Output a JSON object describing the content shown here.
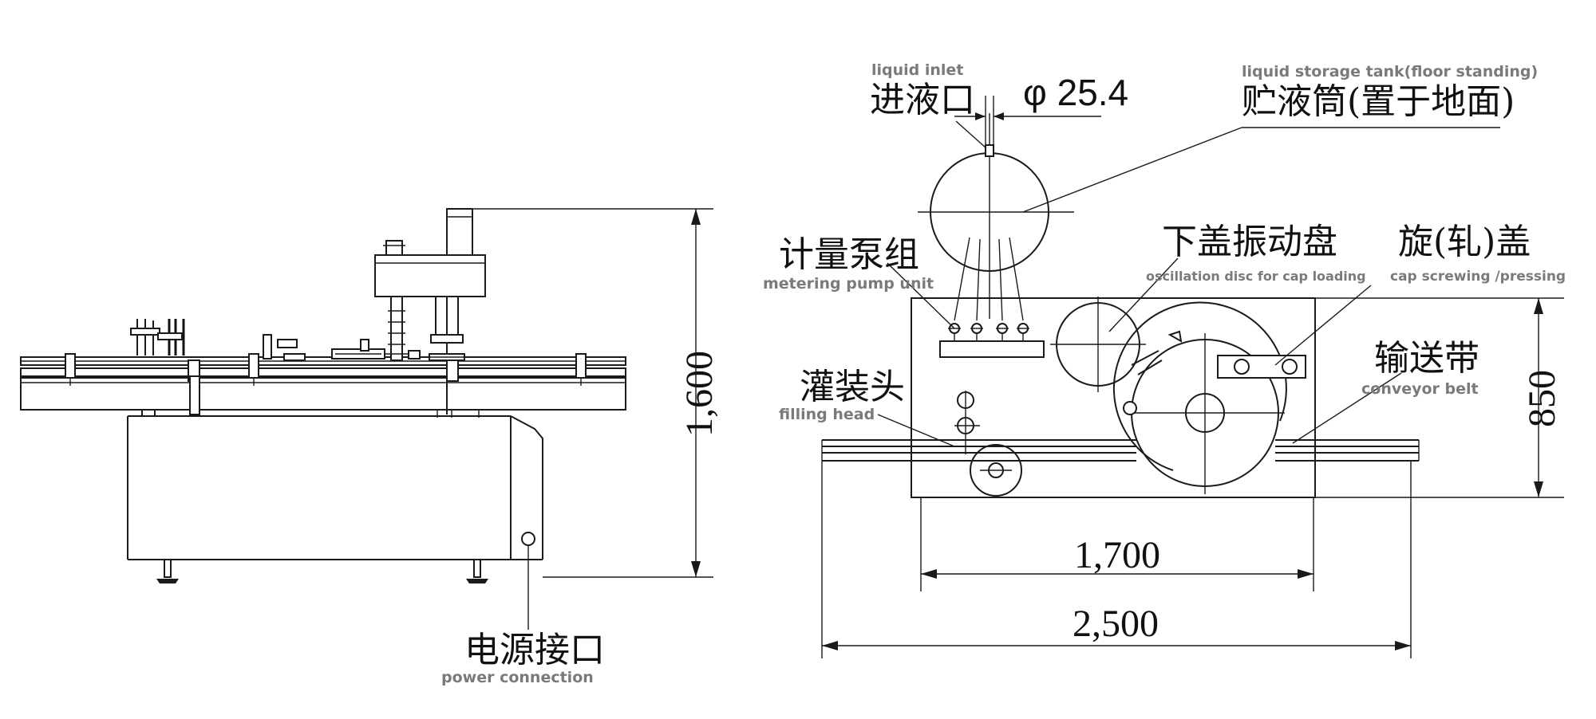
{
  "side_view": {
    "height_dim": "1,600",
    "power": {
      "cn": "电源接口",
      "en": "power connection"
    }
  },
  "top_view": {
    "inlet": {
      "cn": "进液口",
      "en": "liquid inlet",
      "diameter": "φ 25.4"
    },
    "tank": {
      "cn": "贮液筒(置于地面)",
      "en": "liquid storage tank(floor standing)"
    },
    "pump": {
      "cn": "计量泵组",
      "en": "metering pump unit"
    },
    "oscillation": {
      "cn": "下盖振动盘",
      "en": "oscillation disc for cap loading"
    },
    "capper": {
      "cn": "旋(轧)盖",
      "en": "cap screwing /pressing"
    },
    "conveyor": {
      "cn": "输送带",
      "en": "conveyor belt"
    },
    "filling": {
      "cn": "灌装头",
      "en": "filling head"
    },
    "depth_dim": "850",
    "frame_width_dim": "1,700",
    "overall_width_dim": "2,500"
  }
}
